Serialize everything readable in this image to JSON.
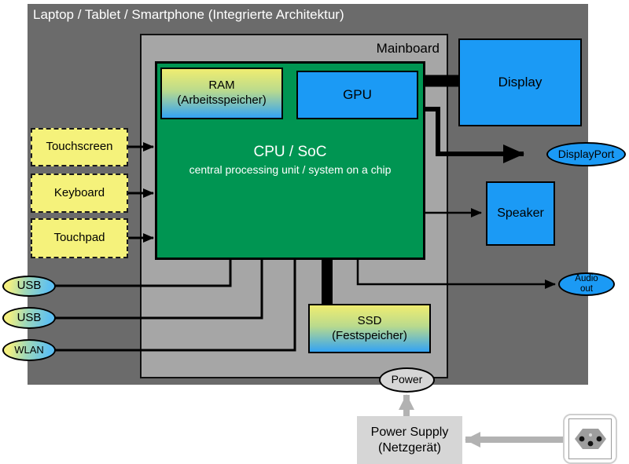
{
  "title": "Laptop / Tablet / Smartphone (Integrierte Architektur)",
  "mainboard": {
    "label": "Mainboard"
  },
  "nodes": {
    "cpu": {
      "title": "CPU / SoC",
      "subtitle": "central processing unit / system on a chip"
    },
    "ram": {
      "line1": "RAM",
      "line2": "(Arbeitsspeicher)"
    },
    "gpu": {
      "label": "GPU"
    },
    "display": {
      "label": "Display"
    },
    "displayport": {
      "label": "DisplayPort"
    },
    "speaker": {
      "label": "Speaker"
    },
    "audio_out": {
      "line1": "Audio",
      "line2": "out"
    },
    "touchscreen": {
      "label": "Touchscreen"
    },
    "keyboard": {
      "label": "Keyboard"
    },
    "touchpad": {
      "label": "Touchpad"
    },
    "usb1": {
      "label": "USB"
    },
    "usb2": {
      "label": "USB"
    },
    "wlan": {
      "label": "WLAN"
    },
    "ssd": {
      "line1": "SSD",
      "line2": "(Festspeicher)"
    },
    "power": {
      "label": "Power"
    },
    "power_supply": {
      "line1": "Power Supply",
      "line2": "(Netzgerät)"
    }
  },
  "colors": {
    "outer_case": "#6b6b6b",
    "mainboard": "#a6a6a6",
    "cpu_green": "#009552",
    "component_blue": "#1b9af5",
    "input_yellow": "#f5f27b",
    "gradient_yellow": "#f0ed70",
    "gradient_blue": "#33a3f4",
    "power_gray": "#d6d6d6",
    "arrow_gray": "#b2b2b2",
    "title_text": "#ffffff"
  }
}
